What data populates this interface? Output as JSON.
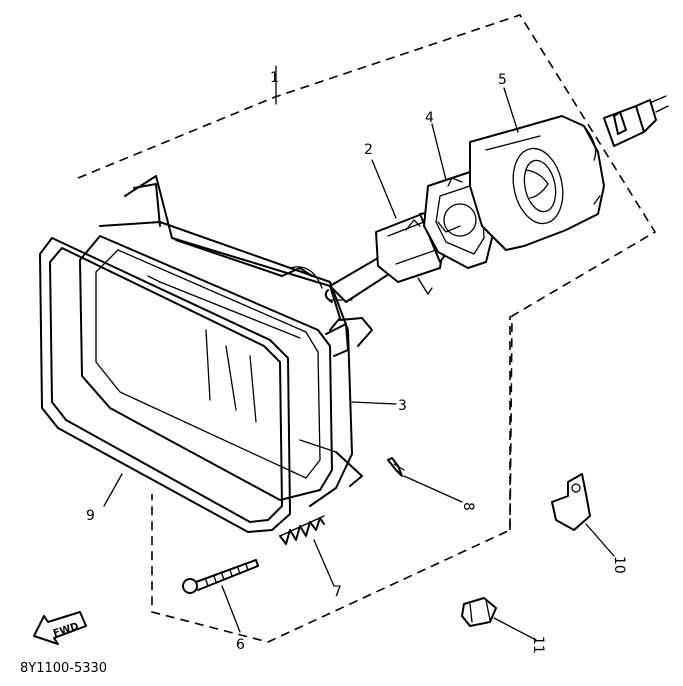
{
  "callouts": [
    {
      "id": "1",
      "label": "1"
    },
    {
      "id": "2",
      "label": "2"
    },
    {
      "id": "3",
      "label": "3"
    },
    {
      "id": "4",
      "label": "4"
    },
    {
      "id": "5",
      "label": "5"
    },
    {
      "id": "6",
      "label": "6"
    },
    {
      "id": "7",
      "label": "7"
    },
    {
      "id": "8",
      "label": "8"
    },
    {
      "id": "9",
      "label": "9"
    },
    {
      "id": "10",
      "label": "10"
    },
    {
      "id": "11",
      "label": "11"
    }
  ],
  "direction_label": "FWD",
  "diagram_code": "8Y1100-5330"
}
